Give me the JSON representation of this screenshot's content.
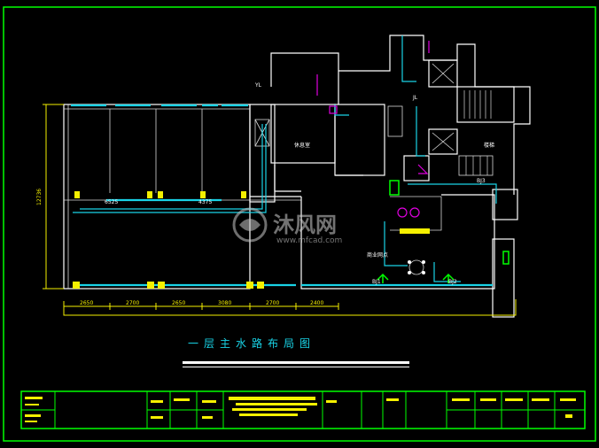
{
  "drawing": {
    "title": "一层主水路布局图",
    "watermark_brand": "沐风网",
    "watermark_url": "www.mfcad.com",
    "dimensions_bottom": [
      "2650",
      "2700",
      "2650",
      "3080",
      "2700",
      "2400"
    ],
    "dimension_vertical": "12736",
    "room_labels": {
      "reception": "休息室",
      "shop": "商业网点",
      "stairs": "楼梯"
    },
    "pipe_tags": {
      "bj1": "BJ1",
      "bj2": "BJ2",
      "bj3": "BJ3",
      "tag_6525": "6525",
      "tag_4375": "4375",
      "ys_1": "YL",
      "ys_2": "JL"
    }
  },
  "colors": {
    "background": "#000000",
    "wall": "#ffffff",
    "pipe": "#19d3e6",
    "dimension": "#f5f000",
    "magenta": "#e000e0",
    "titleblock": "#00ff00"
  }
}
